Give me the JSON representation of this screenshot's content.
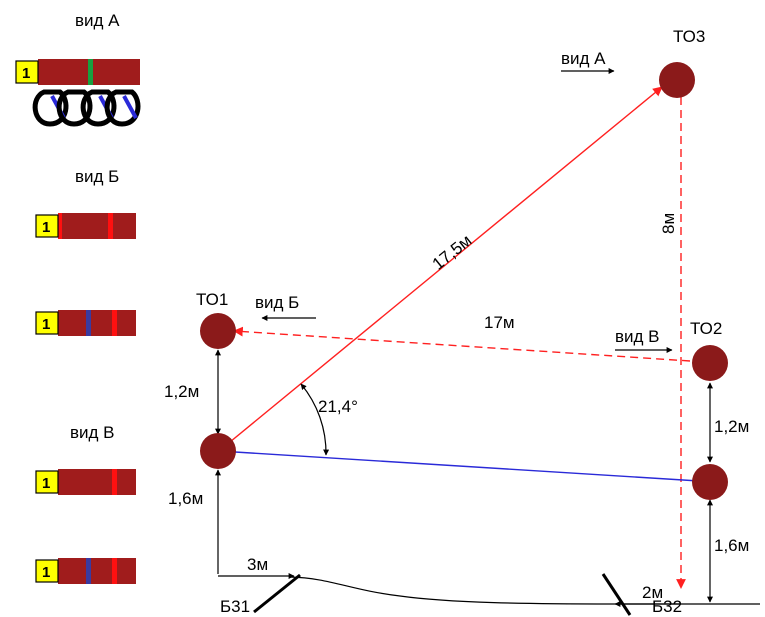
{
  "views": {
    "a": "вид А",
    "b": "вид Б",
    "v": "вид В"
  },
  "badge": "1",
  "nodes": {
    "to1": "ТО1",
    "to2": "ТО2",
    "to3": "ТО3"
  },
  "measures": {
    "hyp": "17,5м",
    "horiz": "17м",
    "vert": "8м",
    "angle": "21,4°",
    "left_upper": "1,2м",
    "left_lower": "1,6м",
    "right_upper": "1,2м",
    "right_lower": "1,6м",
    "left_offset": "3м",
    "right_offset": "2м"
  },
  "bases": {
    "b31": "Б31",
    "b32": "Б32"
  },
  "colors": {
    "node": "#8b1a1a",
    "cable_body": "#a01c1c",
    "red_line": "#ff2020",
    "blue_line": "#2a2ad8",
    "badge": "#ffff00",
    "stripe_green": "#18a040",
    "stripe_red": "#ff1010",
    "stripe_blue": "#3a3aa0"
  }
}
